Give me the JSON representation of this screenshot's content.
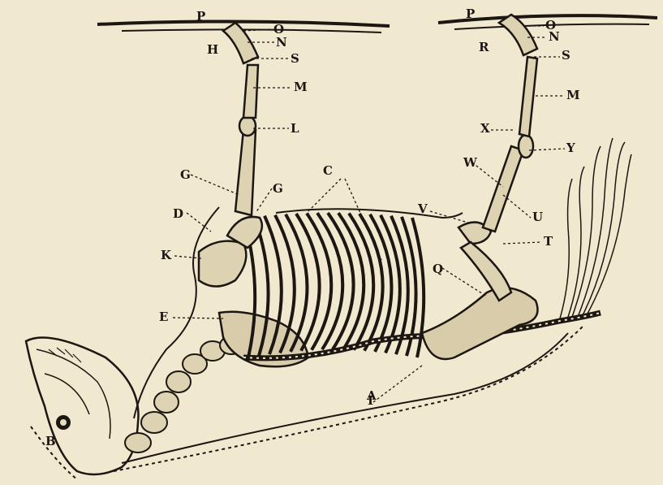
{
  "figure": {
    "labels": [
      {
        "id": "P1",
        "text": "P"
      },
      {
        "id": "O1",
        "text": "O"
      },
      {
        "id": "N1",
        "text": "N"
      },
      {
        "id": "H1",
        "text": "H"
      },
      {
        "id": "S1",
        "text": "S"
      },
      {
        "id": "M1",
        "text": "M"
      },
      {
        "id": "L1",
        "text": "L"
      },
      {
        "id": "P2",
        "text": "P"
      },
      {
        "id": "O2",
        "text": "O"
      },
      {
        "id": "N2",
        "text": "N"
      },
      {
        "id": "R2",
        "text": "R"
      },
      {
        "id": "S2",
        "text": "S"
      },
      {
        "id": "M2",
        "text": "M"
      },
      {
        "id": "X2",
        "text": "X"
      },
      {
        "id": "Y2",
        "text": "Y"
      },
      {
        "id": "W2",
        "text": "W"
      },
      {
        "id": "U2",
        "text": "U"
      },
      {
        "id": "V2",
        "text": "V"
      },
      {
        "id": "T2",
        "text": "T"
      },
      {
        "id": "Q2",
        "text": "Q"
      },
      {
        "id": "G1",
        "text": "G"
      },
      {
        "id": "G2",
        "text": "G"
      },
      {
        "id": "C1",
        "text": "C"
      },
      {
        "id": "D1",
        "text": "D"
      },
      {
        "id": "K1",
        "text": "K"
      },
      {
        "id": "E1",
        "text": "E"
      },
      {
        "id": "I1",
        "text": "I"
      },
      {
        "id": "A1",
        "text": "A"
      },
      {
        "id": "B1",
        "text": "B"
      }
    ]
  },
  "colors": {
    "paper": "#f1e9cf",
    "ink": "#1c1712"
  }
}
